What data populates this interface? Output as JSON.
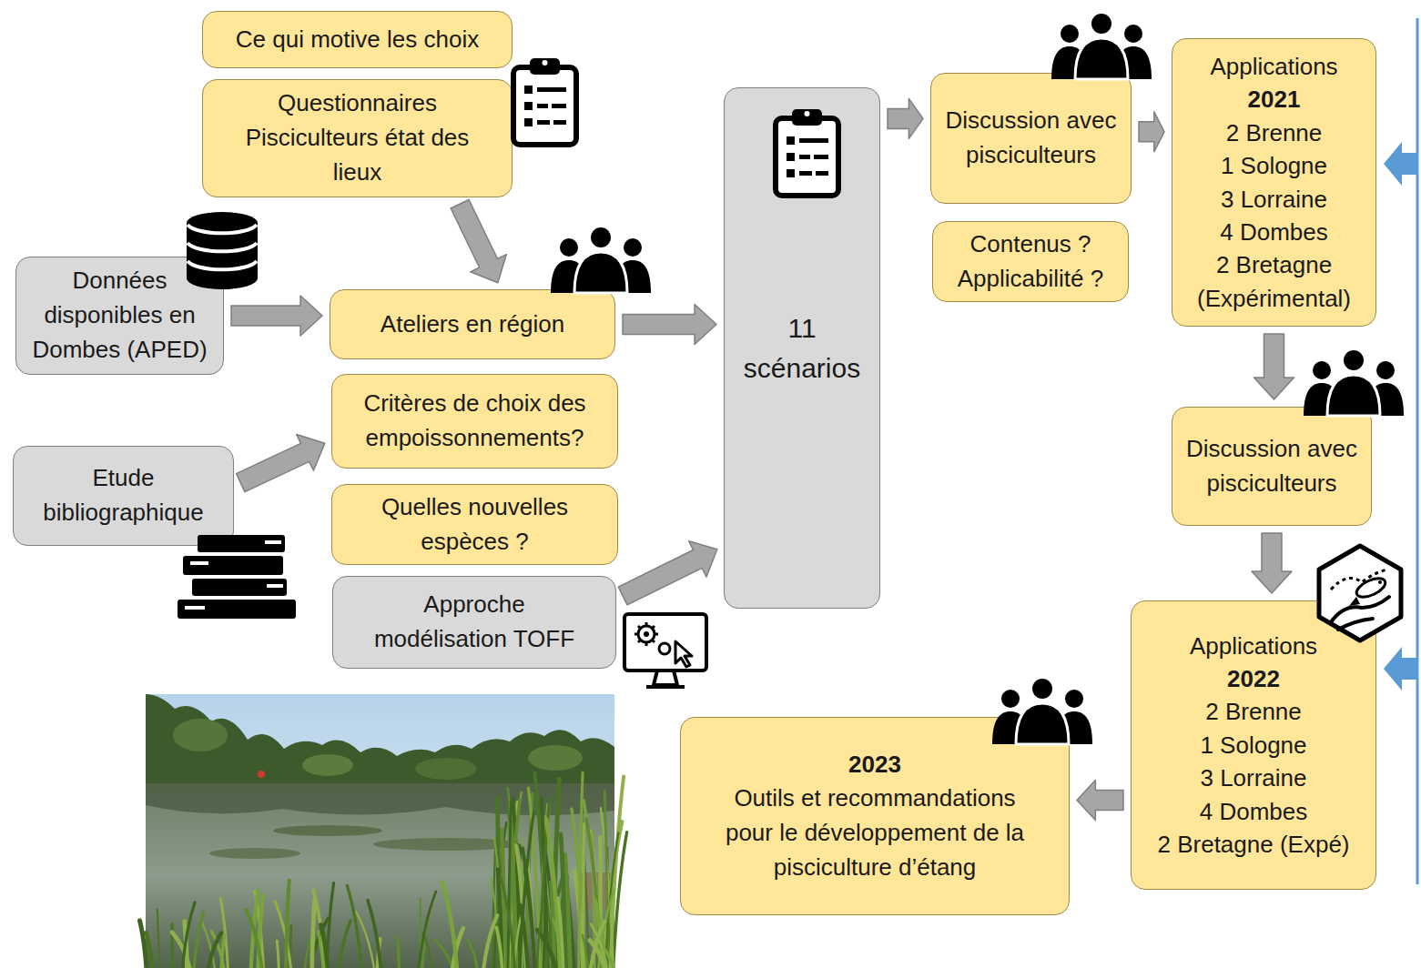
{
  "diagram": {
    "nodes": [
      {
        "text": [
          "Ce qui motive les choix"
        ]
      },
      {
        "text": [
          "Questionnaires Pisciculteurs état des lieux"
        ]
      },
      {
        "text": [
          "Données disponibles en Dombes (APED)"
        ]
      },
      {
        "text": [
          "Ateliers en région"
        ]
      },
      {
        "text": [
          "Critères de choix des empoissonnements?"
        ]
      },
      {
        "text": [
          "Quelles nouvelles espèces ?"
        ]
      },
      {
        "text": [
          "Etude bibliographique"
        ]
      },
      {
        "text": [
          "Approche modélisation TOFF"
        ]
      },
      {
        "text": [
          "11 scénarios"
        ]
      },
      {
        "text": [
          "Discussion avec pisciculteurs"
        ]
      },
      {
        "text": [
          "Contenus ? Applicabilité ?"
        ]
      },
      {
        "text": [
          "Applications",
          "2021",
          "2 Brenne",
          "1 Sologne",
          "3 Lorraine",
          "4 Dombes",
          "2 Bretagne",
          "(Expérimental)"
        ]
      },
      {
        "text": [
          "Discussion avec pisciculteurs"
        ]
      },
      {
        "text": [
          "Applications",
          "2022",
          "2 Brenne",
          "1 Sologne",
          "3 Lorraine",
          "4 Dombes",
          "2 Bretagne (Expé)"
        ]
      },
      {
        "text": [
          "2023",
          "Outils et recommandations pour le développement de la pisciculture d’étang"
        ]
      }
    ],
    "edges": [
      {
        "from": 1,
        "to": 3,
        "arrow": "to"
      },
      {
        "from": 2,
        "to": 3,
        "arrow": "to"
      },
      {
        "from": 6,
        "to": 4,
        "arrow": "to"
      },
      {
        "from": 3,
        "to": 8,
        "arrow": "to"
      },
      {
        "from": 7,
        "to": 8,
        "arrow": "to"
      },
      {
        "from": 8,
        "to": 9,
        "arrow": "to"
      },
      {
        "from": 9,
        "to": 11,
        "arrow": "to"
      },
      {
        "from": 11,
        "to": 12,
        "arrow": "to"
      },
      {
        "from": 12,
        "to": 13,
        "arrow": "to"
      },
      {
        "from": 13,
        "to": 14,
        "arrow": "to"
      }
    ]
  }
}
